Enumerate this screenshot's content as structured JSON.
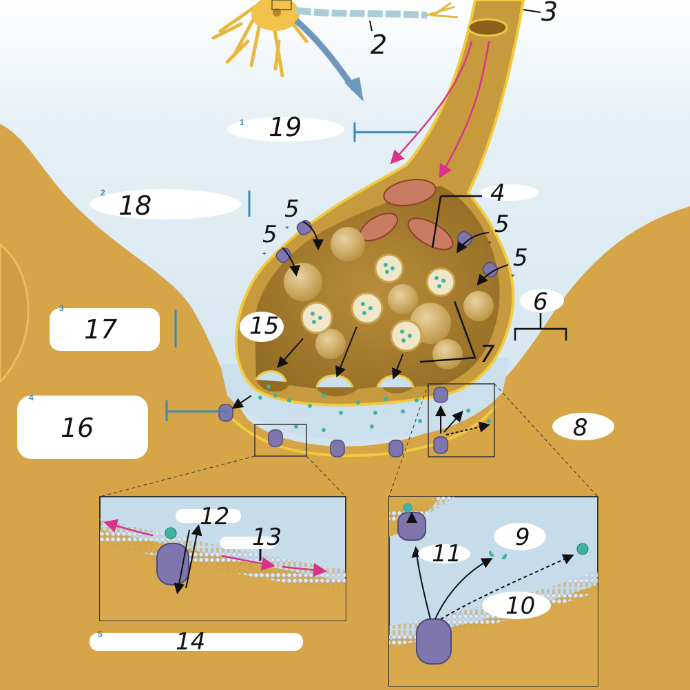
{
  "step_numbers": [
    "1",
    "2",
    "3",
    "4",
    "5"
  ],
  "labels": {
    "l2": "2",
    "l3": "3",
    "l4": "4",
    "l5a": "5",
    "l5b": "5",
    "l5c": "5",
    "l5d": "5",
    "l6": "6",
    "l7": "7",
    "l8": "8",
    "l9": "9",
    "l10": "10",
    "l11": "11",
    "l12": "12",
    "l13": "13",
    "l14": "14",
    "l15": "15",
    "l16": "16",
    "l17": "17",
    "l18": "18",
    "l19": "19"
  },
  "ion_sign": "+",
  "colors": {
    "background_top": "#ffffff",
    "extracellular_fluid": "#c8deea",
    "neuron_tan": "#d8a94a",
    "neuron_dark": "#b8862b",
    "membrane_yellow": "#efcb3f",
    "mitochondria": "#c97c62",
    "receptor_purple": "#7e76ad",
    "neurotransmitter": "#3fb3a4",
    "impulse_arrow": "#d8338a",
    "step_blue": "#3d87b8"
  }
}
